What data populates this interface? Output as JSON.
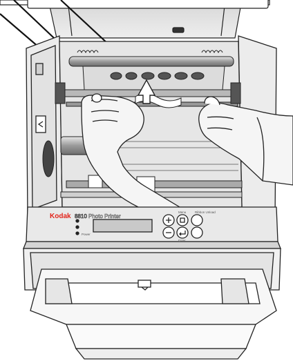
{
  "printer": {
    "brand": "Kodak",
    "model": "8810",
    "model_name": "Photo Printer",
    "button_labels": {
      "menu": "Menu",
      "enter": "Enter",
      "ribbon_unload": "Ribbon Unload",
      "power": "Power"
    }
  },
  "colors": {
    "brand_red": "#e2231a",
    "line": "#222222",
    "body": "#f2f2f2",
    "shadow": "#bdbdbd",
    "display": "#c9c9c9"
  }
}
